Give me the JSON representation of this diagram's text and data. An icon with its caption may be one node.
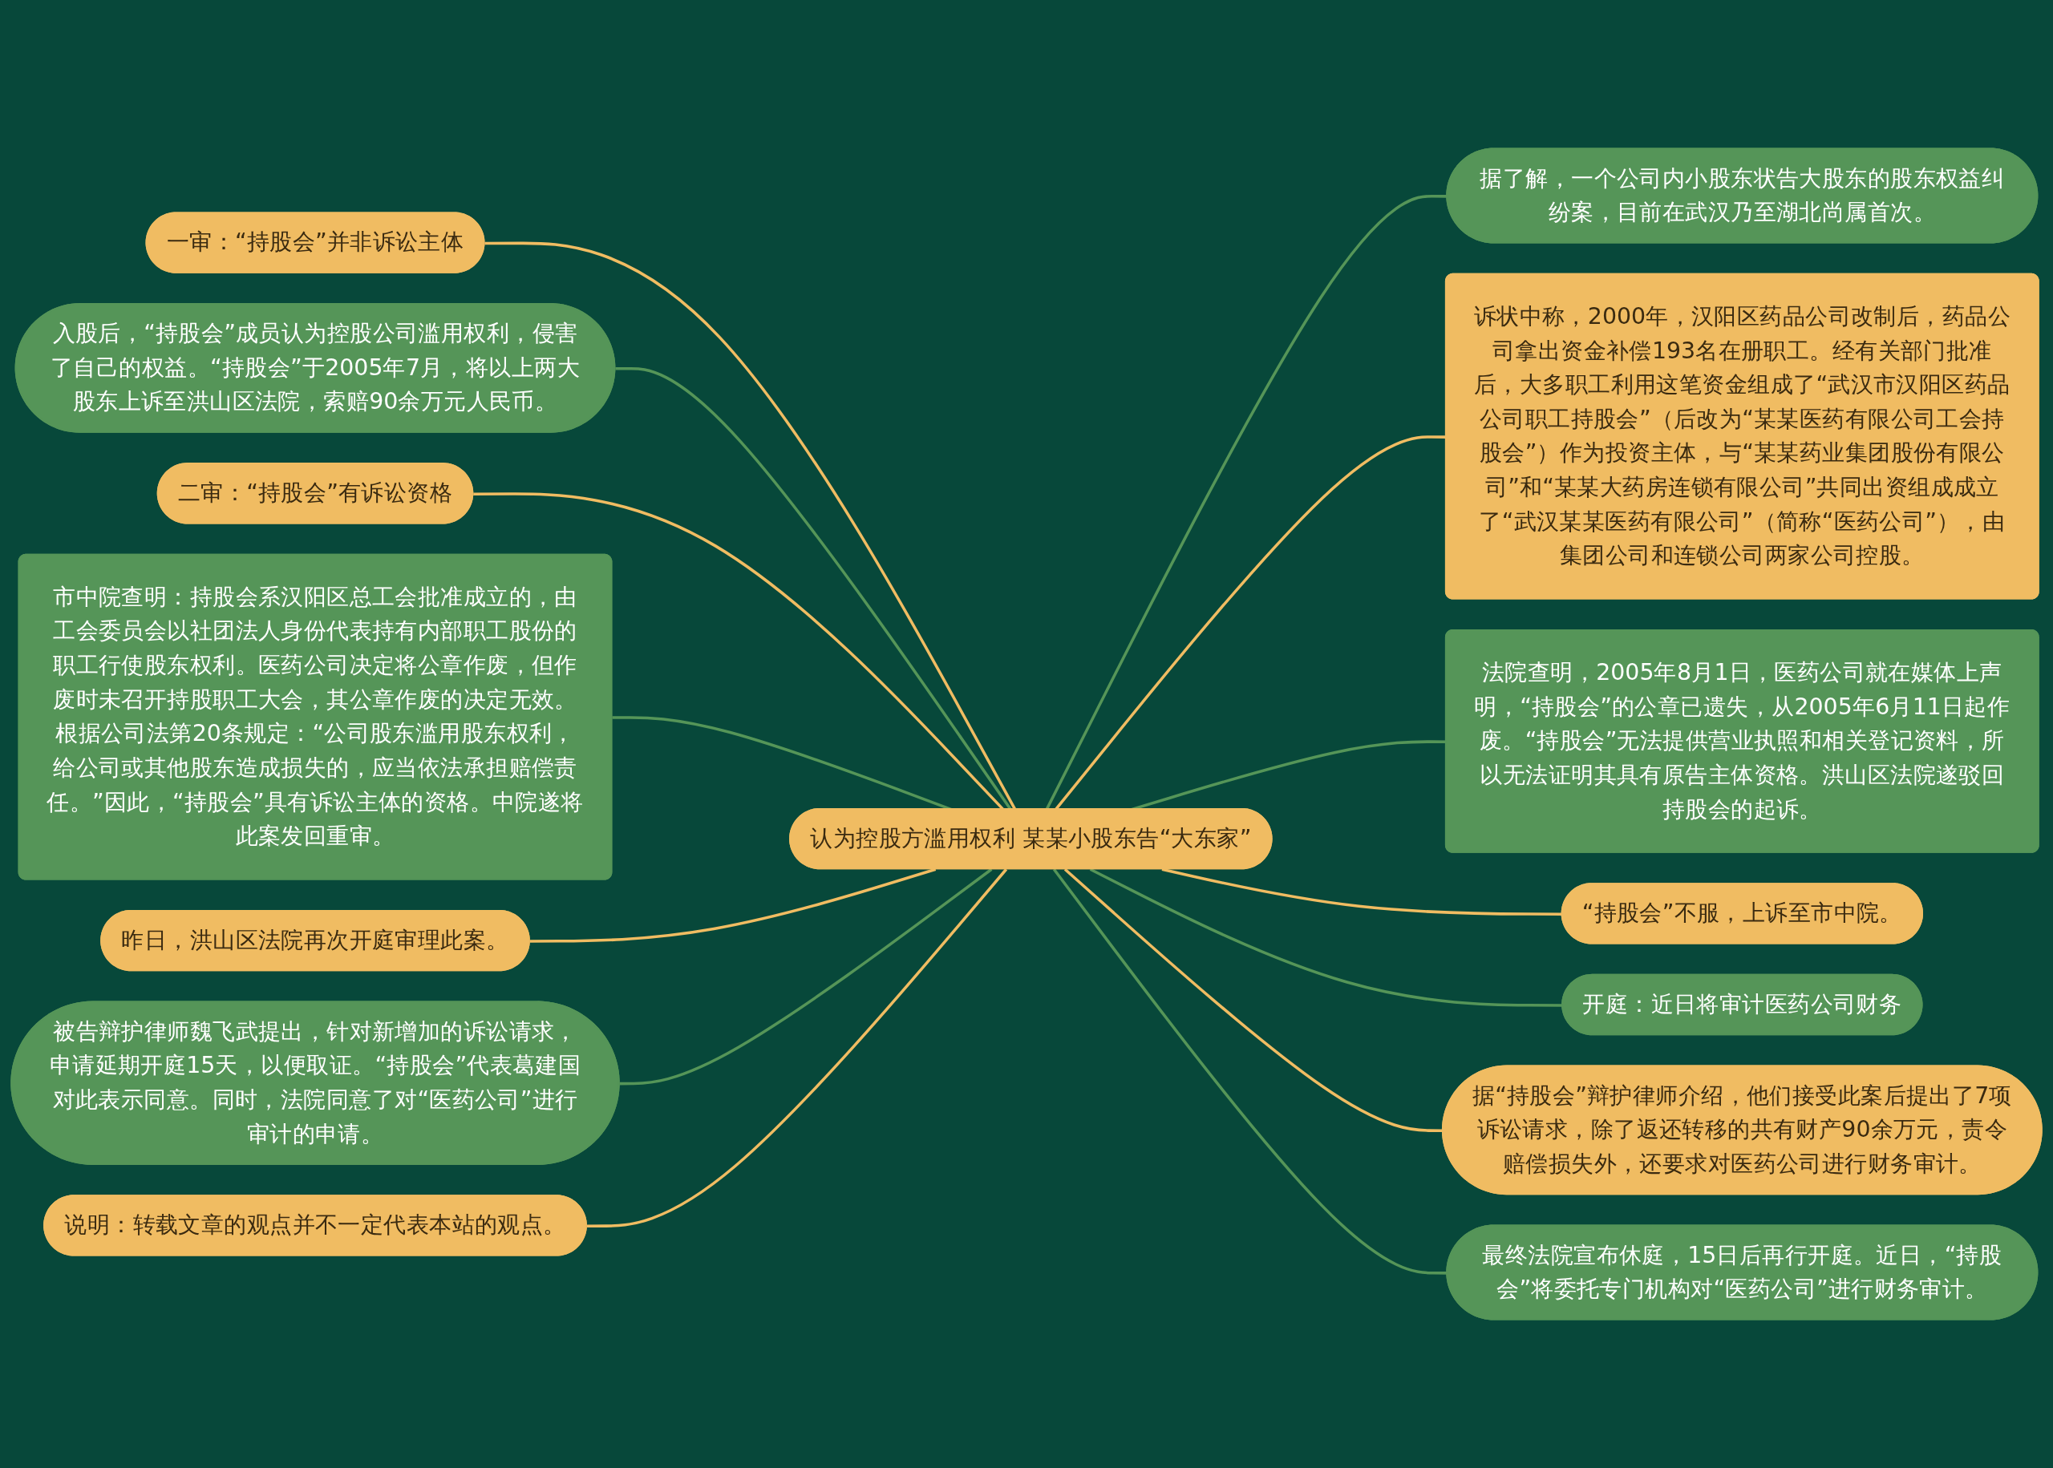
{
  "diagram": {
    "nodes": [
      {
        "text": [
          "认为控股方滥用权利 某某小股东告“大东家”"
        ]
      },
      {
        "text": [
          "据了解，一个公司内小股东状告大股东的股东权益纠纷案，目前在武汉乃至湖北尚属首次。"
        ]
      },
      {
        "text": [
          "诉状中称，2000年，汉阳区药品公司改制后，药品公司拿出资金补偿193名在册职工。经有关部门批准后，大多职工利用这笔资金组成了“武汉市汉阳区药品公司职工持股会”（后改为“某某医药有限公司工会持股会”）作为投资主体，与“某某药业集团股份有限公司”和“某某大药房连锁有限公司”共同出资组成成立了“武汉某某医药有限公司”（简称“医药公司”），由集团公司和连锁公司两家公司控股。"
        ]
      },
      {
        "text": [
          "法院查明，2005年8月1日，医药公司就在媒体上声明，“持股会”的公章已遗失，从2005年6月11日起作废。“持股会”无法提供营业执照和相关登记资料，所以无法证明其具有原告主体资格。洪山区法院遂驳回持股会的起诉。"
        ]
      },
      {
        "text": [
          "“持股会”不服，上诉至市中院。"
        ]
      },
      {
        "text": [
          "开庭：近日将审计医药公司财务"
        ]
      },
      {
        "text": [
          "据“持股会”辩护律师介绍，他们接受此案后提出了7项诉讼请求，除了返还转移的共有财产90余万元，责令赔偿损失外，还要求对医药公司进行财务审计。"
        ]
      },
      {
        "text": [
          "最终法院宣布休庭，15日后再行开庭。近日，“持股会”将委托专门机构对“医药公司”进行财务审计。"
        ]
      },
      {
        "text": [
          "一审：“持股会”并非诉讼主体"
        ]
      },
      {
        "text": [
          "入股后，“持股会”成员认为控股公司滥用权利，侵害了自己的权益。“持股会”于2005年7月，将以上两大股东上诉至洪山区法院，索赔90余万元人民币。"
        ]
      },
      {
        "text": [
          "二审：“持股会”有诉讼资格"
        ]
      },
      {
        "text": [
          "市中院查明：持股会系汉阳区总工会批准成立的，由工会委员会以社团法人身份代表持有内部职工股份的职工行使股东权利。医药公司决定将公章作废，但作废时未召开持股职工大会，其公章作废的决定无效。根据公司法第20条规定：“公司股东滥用股东权利，给公司或其他股东造成损失的，应当依法承担赔偿责任。”因此，“持股会”具有诉讼主体的资格。中院遂将此案发回重审。"
        ]
      },
      {
        "text": [
          "昨日，洪山区法院再次开庭审理此案。"
        ]
      },
      {
        "text": [
          "被告辩护律师魏飞武提出，针对新增加的诉讼请求，申请延期开庭15天，以便取证。“持股会”代表葛建国对此表示同意。同时，法院同意了对“医药公司”进行审计的申请。"
        ]
      },
      {
        "text": [
          "说明：转载文章的观点并不一定代表本站的观点。"
        ]
      }
    ],
    "edges": [
      {
        "from": 0,
        "to": 1,
        "arrow": "none",
        "color": "#559558"
      },
      {
        "from": 0,
        "to": 2,
        "arrow": "none",
        "color": "#f0bc62"
      },
      {
        "from": 0,
        "to": 3,
        "arrow": "none",
        "color": "#559558"
      },
      {
        "from": 0,
        "to": 4,
        "arrow": "none",
        "color": "#f0bc62"
      },
      {
        "from": 0,
        "to": 5,
        "arrow": "none",
        "color": "#559558"
      },
      {
        "from": 0,
        "to": 6,
        "arrow": "none",
        "color": "#f0bc62"
      },
      {
        "from": 0,
        "to": 7,
        "arrow": "none",
        "color": "#559558"
      },
      {
        "from": 0,
        "to": 8,
        "arrow": "none",
        "color": "#f0bc62"
      },
      {
        "from": 0,
        "to": 9,
        "arrow": "none",
        "color": "#559558"
      },
      {
        "from": 0,
        "to": 10,
        "arrow": "none",
        "color": "#f0bc62"
      },
      {
        "from": 0,
        "to": 11,
        "arrow": "none",
        "color": "#559558"
      },
      {
        "from": 0,
        "to": 12,
        "arrow": "none",
        "color": "#f0bc62"
      },
      {
        "from": 0,
        "to": 13,
        "arrow": "none",
        "color": "#559558"
      },
      {
        "from": 0,
        "to": 14,
        "arrow": "none",
        "color": "#f0bc62"
      }
    ]
  }
}
